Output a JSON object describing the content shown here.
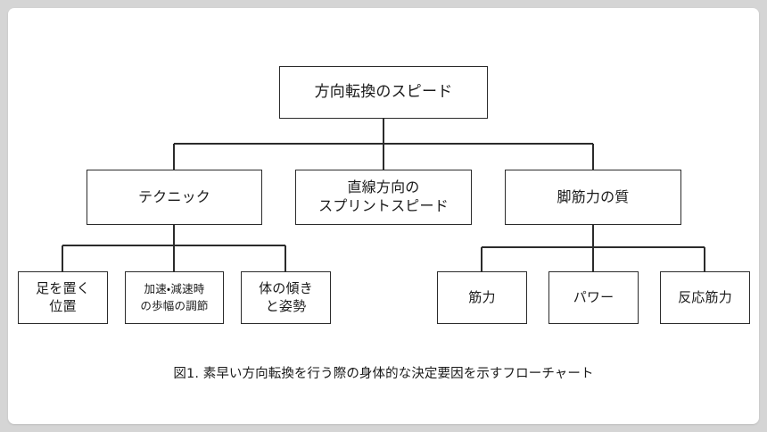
{
  "figure": {
    "caption": "図1. 素早い方向転換を行う際の身体的な決定要因を示すフローチャート",
    "background_color": "#d5d5d5",
    "card_color": "#ffffff",
    "line_color": "#2b2b2b",
    "text_color": "#1a1a1a"
  },
  "chart_data": {
    "type": "diagram",
    "subtype": "flowchart-tree",
    "title": "図1. 素早い方向転換を行う際の身体的な決定要因を示すフローチャート",
    "orientation": "top-down",
    "levels": 3,
    "nodes": [
      {
        "id": "root",
        "label": "方向転換のスピード",
        "level": 1,
        "parent": null
      },
      {
        "id": "technique",
        "label": "テクニック",
        "level": 2,
        "parent": "root"
      },
      {
        "id": "sprint",
        "label": "直線方向の\nスプリントスピード",
        "level": 2,
        "parent": "root"
      },
      {
        "id": "legstrength",
        "label": "脚筋力の質",
        "level": 2,
        "parent": "root"
      },
      {
        "id": "footplacement",
        "label": "足を置く\n位置",
        "level": 3,
        "parent": "technique"
      },
      {
        "id": "stridereg",
        "label": "加速・減速時\nの歩幅の調節",
        "level": 3,
        "parent": "technique"
      },
      {
        "id": "bodylean",
        "label": "体の傾き\nと姿勢",
        "level": 3,
        "parent": "technique"
      },
      {
        "id": "strength",
        "label": "筋力",
        "level": 3,
        "parent": "legstrength"
      },
      {
        "id": "power",
        "label": "パワー",
        "level": 3,
        "parent": "legstrength"
      },
      {
        "id": "reactive",
        "label": "反応筋力",
        "level": 3,
        "parent": "legstrength"
      }
    ],
    "edges": [
      {
        "from": "root",
        "to": "technique"
      },
      {
        "from": "root",
        "to": "sprint"
      },
      {
        "from": "root",
        "to": "legstrength"
      },
      {
        "from": "technique",
        "to": "footplacement"
      },
      {
        "from": "technique",
        "to": "stridereg"
      },
      {
        "from": "technique",
        "to": "bodylean"
      },
      {
        "from": "legstrength",
        "to": "strength"
      },
      {
        "from": "legstrength",
        "to": "power"
      },
      {
        "from": "legstrength",
        "to": "reactive"
      }
    ]
  }
}
